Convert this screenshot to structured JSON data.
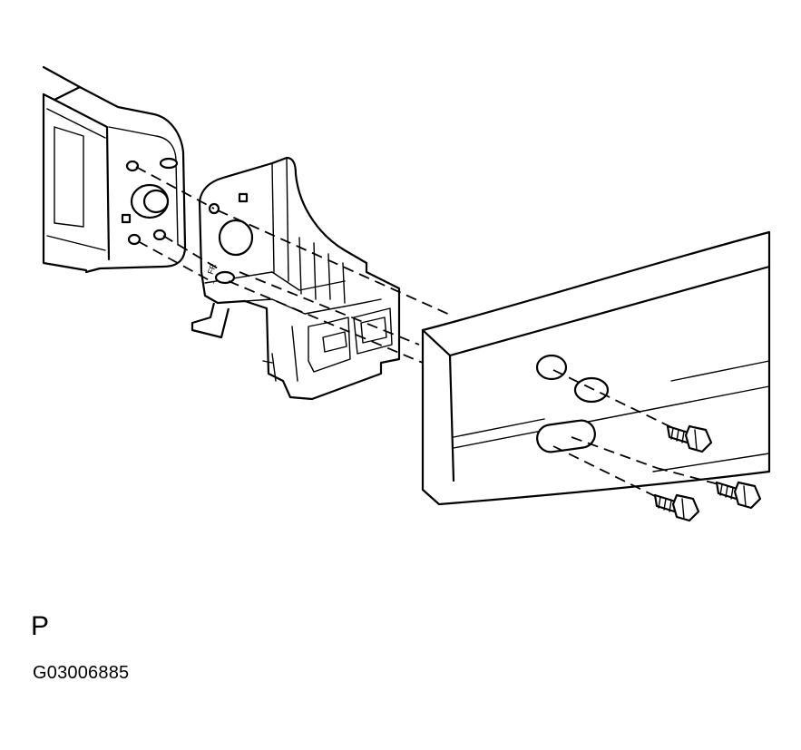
{
  "diagram": {
    "view_letter": "P",
    "figure_code": "G03006885",
    "parts": [
      {
        "id": "vehicle-frame-end",
        "icon": "frame-rail-icon"
      },
      {
        "id": "mounting-bracket",
        "icon": "bracket-icon"
      },
      {
        "id": "bumper-reinforcement",
        "icon": "bumper-beam-icon"
      },
      {
        "id": "bolt-1",
        "icon": "bolt-icon"
      },
      {
        "id": "bolt-2",
        "icon": "bolt-icon"
      },
      {
        "id": "bolt-3",
        "icon": "bolt-icon"
      }
    ]
  }
}
